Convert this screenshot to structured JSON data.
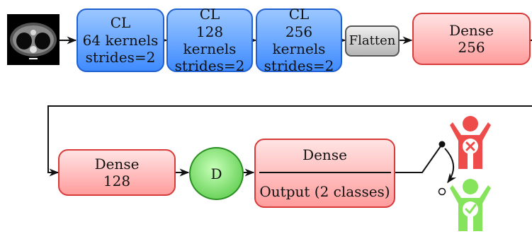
{
  "input_image": {
    "icon": "ct-scan-image"
  },
  "conv_layers": [
    {
      "title": "CL",
      "kernels": "64 kernels",
      "strides": "strides=2"
    },
    {
      "title": "CL",
      "kernels": "128 kernels",
      "strides": "strides=2"
    },
    {
      "title": "CL",
      "kernels": "256 kernels",
      "strides": "strides=2"
    }
  ],
  "flatten": {
    "label": "Flatten"
  },
  "dense_256": {
    "title": "Dense",
    "units": "256"
  },
  "dense_128": {
    "title": "Dense",
    "units": "128"
  },
  "dropout": {
    "label": "D"
  },
  "output": {
    "title": "Dense",
    "subtitle": "Output (2 classes)"
  },
  "classes": [
    {
      "icon": "person-cross-icon",
      "color": "#ee4b4b"
    },
    {
      "icon": "person-check-icon",
      "color": "#86e35c"
    }
  ],
  "colors": {
    "conv": "#3f8bff",
    "dense": "#ff9d9d",
    "dropout": "#4cc43c",
    "flatten": "#b5b5b5"
  }
}
